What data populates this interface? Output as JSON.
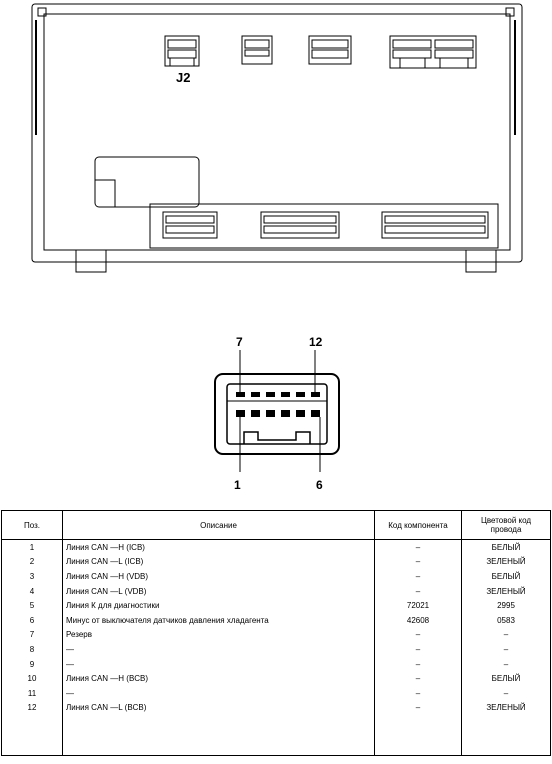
{
  "figure": {
    "connector_label": "J2",
    "pin_labels": {
      "top_left": "7",
      "top_right": "12",
      "bottom_left": "1",
      "bottom_right": "6"
    }
  },
  "table": {
    "headers": [
      "Поз.",
      "Описание",
      "Код компонента",
      "Цветовой код провода"
    ],
    "rows": [
      {
        "pos": "1",
        "desc": "Линия CAN —H (ICB)",
        "code": "–",
        "color": "БЕЛЫЙ"
      },
      {
        "pos": "2",
        "desc": "Линия CAN —L (ICB)",
        "code": "–",
        "color": "ЗЕЛЕНЫЙ"
      },
      {
        "pos": "3",
        "desc": "Линия CAN —H (VDB)",
        "code": "–",
        "color": "БЕЛЫЙ"
      },
      {
        "pos": "4",
        "desc": "Линия CAN —L (VDB)",
        "code": "–",
        "color": "ЗЕЛЕНЫЙ"
      },
      {
        "pos": "5",
        "desc": "Линия К для диагностики",
        "code": "72021",
        "color": "2995"
      },
      {
        "pos": "6",
        "desc": "Минус от выключателя датчиков давления хладагента",
        "code": "42608",
        "color": "0583"
      },
      {
        "pos": "7",
        "desc": "Резерв",
        "code": "–",
        "color": "–"
      },
      {
        "pos": "8",
        "desc": "—",
        "code": "–",
        "color": "–"
      },
      {
        "pos": "9",
        "desc": "—",
        "code": "–",
        "color": "–"
      },
      {
        "pos": "10",
        "desc": "Линия CAN —H (BCB)",
        "code": "–",
        "color": "БЕЛЫЙ"
      },
      {
        "pos": "11",
        "desc": "—",
        "code": "–",
        "color": "–"
      },
      {
        "pos": "12",
        "desc": "Линия CAN —L (BCB)",
        "code": "–",
        "color": "ЗЕЛЕНЫЙ"
      }
    ]
  }
}
